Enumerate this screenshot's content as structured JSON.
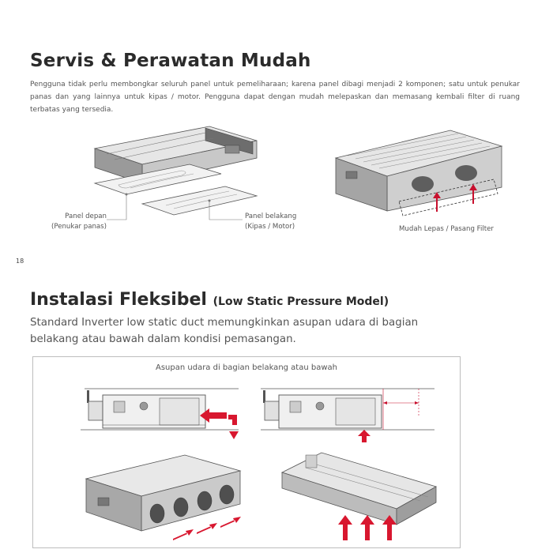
{
  "section1": {
    "title": "Servis & Perawatan Mudah",
    "paragraph": "Pengguna tidak perlu membongkar seluruh panel untuk pemeliharaan; karena panel dibagi menjadi 2 komponen; satu untuk penukar panas dan yang lainnya untuk kipas / motor. Pengguna dapat dengan mudah melepaskan dan memasang kembali filter di ruang terbatas yang tersedia.",
    "label_front_line1": "Panel depan",
    "label_front_line2": "(Penukar panas)",
    "label_back_line1": "Panel belakang",
    "label_back_line2": "(Kipas / Motor)",
    "label_filter": "Mudah Lepas / Pasang Filter"
  },
  "page_number": "18",
  "section2": {
    "title": "Instalasi Fleksibel",
    "title_sub": "(Low Static Pressure Model)",
    "paragraph_line1": "Standard Inverter low static duct memungkinkan asupan udara di bagian",
    "paragraph_line2": "belakang atau bawah dalam kondisi pemasangan.",
    "figure_caption": "Asupan udara di bagian belakang atau bawah"
  },
  "colors": {
    "arrow": "#c8102e",
    "unit_light": "#e8e8e8",
    "unit_mid": "#c9c9c9",
    "unit_dark": "#8f8f8f",
    "line": "#555555"
  },
  "icons": [
    "ceiling-unit-panel-illustration",
    "ceiling-unit-filter-illustration",
    "duct-rear-intake-illustration",
    "duct-bottom-intake-illustration",
    "duct-3d-rear-illustration",
    "duct-3d-bottom-illustration"
  ]
}
